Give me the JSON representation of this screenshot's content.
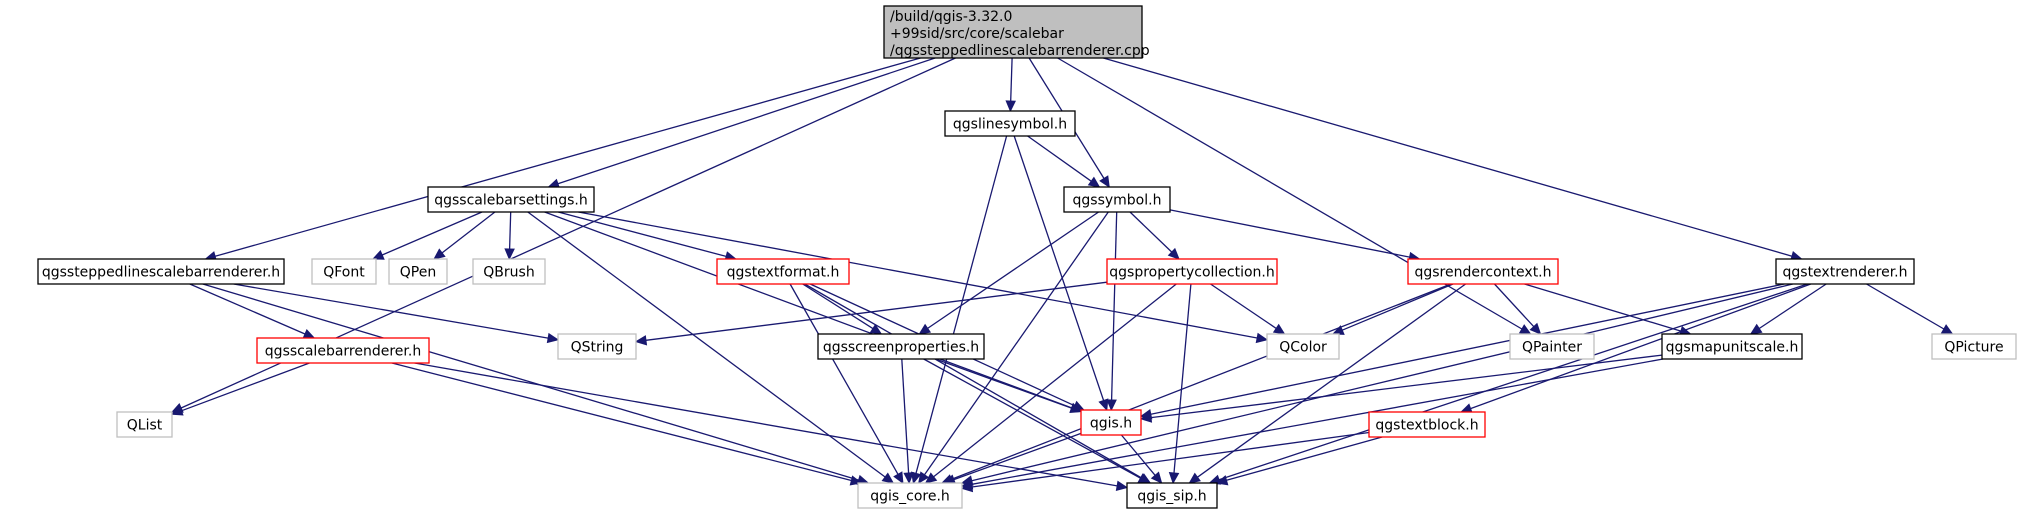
{
  "colors": {
    "edge": "#191970",
    "root_fill": "#bfbfbf",
    "default_stroke": "#000000",
    "highlight_stroke": "#ff0000",
    "external_stroke": "#bfbfbf",
    "external_text": "#000000"
  },
  "nodes": [
    {
      "id": "root",
      "lines": [
        "/build/qgis-3.32.0",
        "+99sid/src/core/scalebar",
        "/qgssteppedlinescalebarrenderer.cpp"
      ],
      "style": "root"
    },
    {
      "id": "qgssteppedlinescalebarrenderer_h",
      "lines": [
        "qgssteppedlinescalebarrenderer.h"
      ],
      "style": "default"
    },
    {
      "id": "qgsscalebarrenderer_h",
      "lines": [
        "qgsscalebarrenderer.h"
      ],
      "style": "highlight"
    },
    {
      "id": "qlist",
      "lines": [
        "QList"
      ],
      "style": "external"
    },
    {
      "id": "qgis_core_h",
      "lines": [
        "qgis_core.h"
      ],
      "style": "external"
    },
    {
      "id": "qgis_sip_h",
      "lines": [
        "qgis_sip.h"
      ],
      "style": "default"
    },
    {
      "id": "qstring",
      "lines": [
        "QString"
      ],
      "style": "external"
    },
    {
      "id": "qgsscalebarsettings_h",
      "lines": [
        "qgsscalebarsettings.h"
      ],
      "style": "default"
    },
    {
      "id": "qfont",
      "lines": [
        "QFont"
      ],
      "style": "external"
    },
    {
      "id": "qpen",
      "lines": [
        "QPen"
      ],
      "style": "external"
    },
    {
      "id": "qbrush",
      "lines": [
        "QBrush"
      ],
      "style": "external"
    },
    {
      "id": "qgstextformat_h",
      "lines": [
        "qgstextformat.h"
      ],
      "style": "highlight"
    },
    {
      "id": "qgsscreenproperties_h",
      "lines": [
        "qgsscreenproperties.h"
      ],
      "style": "default"
    },
    {
      "id": "qgis_h",
      "lines": [
        "qgis.h"
      ],
      "style": "highlight"
    },
    {
      "id": "qcolor",
      "lines": [
        "QColor"
      ],
      "style": "external"
    },
    {
      "id": "qgslinesymbol_h",
      "lines": [
        "qgslinesymbol.h"
      ],
      "style": "default"
    },
    {
      "id": "qgssymbol_h",
      "lines": [
        "qgssymbol.h"
      ],
      "style": "default"
    },
    {
      "id": "qgspropertycollection_h",
      "lines": [
        "qgspropertycollection.h"
      ],
      "style": "highlight"
    },
    {
      "id": "qgsrendercontext_h",
      "lines": [
        "qgsrendercontext.h"
      ],
      "style": "highlight"
    },
    {
      "id": "qpainter",
      "lines": [
        "QPainter"
      ],
      "style": "external"
    },
    {
      "id": "qgsmapunitscale_h",
      "lines": [
        "qgsmapunitscale.h"
      ],
      "style": "default"
    },
    {
      "id": "qgstextblock_h",
      "lines": [
        "qgstextblock.h"
      ],
      "style": "highlight"
    },
    {
      "id": "qgstextrenderer_h",
      "lines": [
        "qgstextrenderer.h"
      ],
      "style": "default"
    },
    {
      "id": "qpicture",
      "lines": [
        "QPicture"
      ],
      "style": "external"
    }
  ],
  "edges": [
    [
      "root",
      "qgssteppedlinescalebarrenderer_h"
    ],
    [
      "root",
      "qlist"
    ],
    [
      "root",
      "qgsscalebarsettings_h"
    ],
    [
      "root",
      "qgslinesymbol_h"
    ],
    [
      "root",
      "qgssymbol_h"
    ],
    [
      "root",
      "qpainter"
    ],
    [
      "root",
      "qgstextrenderer_h"
    ],
    [
      "qgssteppedlinescalebarrenderer_h",
      "qgsscalebarrenderer_h"
    ],
    [
      "qgssteppedlinescalebarrenderer_h",
      "qstring"
    ],
    [
      "qgssteppedlinescalebarrenderer_h",
      "qgis_core_h"
    ],
    [
      "qgsscalebarrenderer_h",
      "qlist"
    ],
    [
      "qgsscalebarrenderer_h",
      "qgis_core_h"
    ],
    [
      "qgsscalebarrenderer_h",
      "qgis_sip_h"
    ],
    [
      "qgsscalebarsettings_h",
      "qfont"
    ],
    [
      "qgsscalebarsettings_h",
      "qpen"
    ],
    [
      "qgsscalebarsettings_h",
      "qbrush"
    ],
    [
      "qgsscalebarsettings_h",
      "qgstextformat_h"
    ],
    [
      "qgsscalebarsettings_h",
      "qgis_h"
    ],
    [
      "qgsscalebarsettings_h",
      "qcolor"
    ],
    [
      "qgsscalebarsettings_h",
      "qgis_core_h"
    ],
    [
      "qgstextformat_h",
      "qgsscreenproperties_h"
    ],
    [
      "qgstextformat_h",
      "qgis_h"
    ],
    [
      "qgstextformat_h",
      "qgis_core_h"
    ],
    [
      "qgstextformat_h",
      "qgis_sip_h"
    ],
    [
      "qgsscreenproperties_h",
      "qgis_h"
    ],
    [
      "qgsscreenproperties_h",
      "qgis_core_h"
    ],
    [
      "qgsscreenproperties_h",
      "qgis_sip_h"
    ],
    [
      "qgis_h",
      "qgis_core_h"
    ],
    [
      "qgis_h",
      "qgis_sip_h"
    ],
    [
      "qgslinesymbol_h",
      "qgssymbol_h"
    ],
    [
      "qgslinesymbol_h",
      "qgis_h"
    ],
    [
      "qgslinesymbol_h",
      "qgis_core_h"
    ],
    [
      "qgssymbol_h",
      "qgspropertycollection_h"
    ],
    [
      "qgssymbol_h",
      "qgsrendercontext_h"
    ],
    [
      "qgssymbol_h",
      "qgsscreenproperties_h"
    ],
    [
      "qgssymbol_h",
      "qgis_core_h"
    ],
    [
      "qgssymbol_h",
      "qgis_h"
    ],
    [
      "qgspropertycollection_h",
      "qstring"
    ],
    [
      "qgspropertycollection_h",
      "qcolor"
    ],
    [
      "qgspropertycollection_h",
      "qgis_core_h"
    ],
    [
      "qgspropertycollection_h",
      "qgis_sip_h"
    ],
    [
      "qgsrendercontext_h",
      "qcolor"
    ],
    [
      "qgsrendercontext_h",
      "qpainter"
    ],
    [
      "qgsrendercontext_h",
      "qgsmapunitscale_h"
    ],
    [
      "qgsrendercontext_h",
      "qgis_core_h"
    ],
    [
      "qgsrendercontext_h",
      "qgis_sip_h"
    ],
    [
      "qgsmapunitscale_h",
      "qgis_h"
    ],
    [
      "qgsmapunitscale_h",
      "qgis_core_h"
    ],
    [
      "qgstextrenderer_h",
      "qgsmapunitscale_h"
    ],
    [
      "qgstextrenderer_h",
      "qpicture"
    ],
    [
      "qgstextrenderer_h",
      "qgis_h"
    ],
    [
      "qgstextrenderer_h",
      "qgstextblock_h"
    ],
    [
      "qgstextrenderer_h",
      "qgis_core_h"
    ],
    [
      "qgstextrenderer_h",
      "qgis_sip_h"
    ],
    [
      "qgstextblock_h",
      "qgis_core_h"
    ],
    [
      "qgstextblock_h",
      "qgis_sip_h"
    ]
  ]
}
